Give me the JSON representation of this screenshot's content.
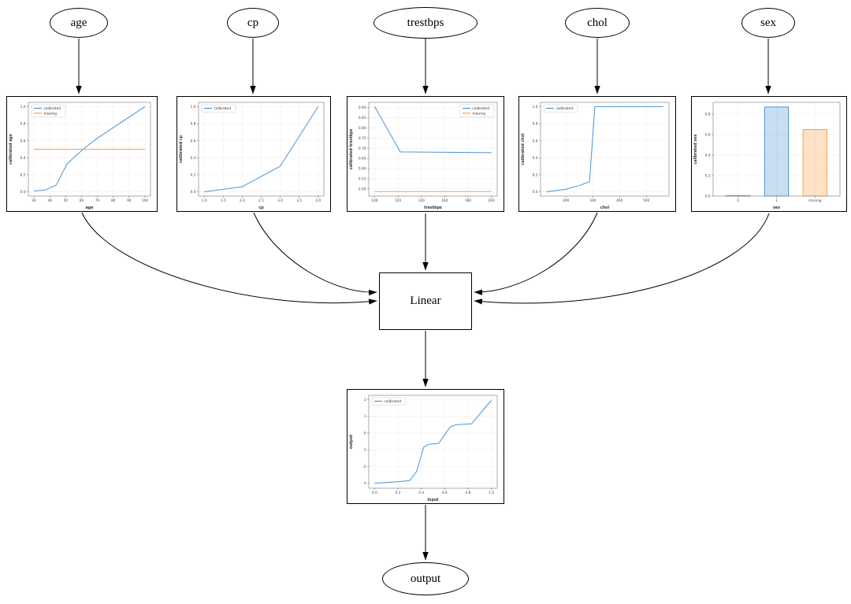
{
  "nodes": {
    "inputs": [
      {
        "label": "age"
      },
      {
        "label": "cp"
      },
      {
        "label": "trestbps"
      },
      {
        "label": "chol"
      },
      {
        "label": "sex"
      }
    ],
    "linear": {
      "label": "Linear"
    },
    "output": {
      "label": "output"
    }
  },
  "colors": {
    "calibrated": "#4a94d5",
    "missing": "#ff9c45"
  },
  "chart_data": [
    {
      "name": "age",
      "type": "line",
      "xlabel": "age",
      "ylabel": "calibrated age",
      "xlim": [
        26.5,
        103.5
      ],
      "ylim": [
        -0.05,
        1.05
      ],
      "xticks": [
        30,
        40,
        50,
        60,
        70,
        80,
        90,
        100
      ],
      "xtick_labels": [
        "30",
        "40",
        "50",
        "60",
        "70",
        "80",
        "90",
        "100"
      ],
      "yticks": [
        0.0,
        0.2,
        0.4,
        0.6,
        0.8,
        1.0
      ],
      "ytick_labels": [
        "0.0",
        "0.2",
        "0.4",
        "0.6",
        "0.8",
        "1.0"
      ],
      "legend_pos": "top-left",
      "legend": [
        {
          "label": "calibrated",
          "color_key": "calibrated"
        },
        {
          "label": "missing",
          "color_key": "missing"
        }
      ],
      "series": [
        {
          "name": "calibrated",
          "color_key": "calibrated",
          "x": [
            30,
            37,
            44,
            51,
            58,
            63,
            70,
            100
          ],
          "y": [
            0.01,
            0.02,
            0.08,
            0.33,
            0.45,
            0.53,
            0.63,
            1.0
          ]
        },
        {
          "name": "missing",
          "color_key": "missing",
          "x": [
            30,
            100
          ],
          "y": [
            0.5,
            0.5
          ]
        }
      ]
    },
    {
      "name": "cp",
      "type": "line",
      "xlabel": "cp",
      "ylabel": "calibrated cp",
      "xlim": [
        0.85,
        4.15
      ],
      "ylim": [
        -0.05,
        1.05
      ],
      "xticks": [
        1.0,
        1.5,
        2.0,
        2.5,
        3.0,
        3.5,
        4.0
      ],
      "xtick_labels": [
        "1.0",
        "1.5",
        "2.0",
        "2.5",
        "3.0",
        "3.5",
        "4.0"
      ],
      "yticks": [
        0.0,
        0.2,
        0.4,
        0.6,
        0.8,
        1.0
      ],
      "ytick_labels": [
        "0.0",
        "0.2",
        "0.4",
        "0.6",
        "0.8",
        "1.0"
      ],
      "legend_pos": "top-left",
      "legend": [
        {
          "label": "calibrated",
          "color_key": "calibrated"
        }
      ],
      "series": [
        {
          "name": "calibrated",
          "color_key": "calibrated",
          "x": [
            1.0,
            2.0,
            3.0,
            4.0
          ],
          "y": [
            0.0,
            0.06,
            0.3,
            1.0
          ]
        }
      ]
    },
    {
      "name": "trestbps",
      "type": "line",
      "xlabel": "trestbps",
      "ylabel": "calibrated trestbps",
      "xlim": [
        95,
        205
      ],
      "ylim": [
        0.465,
        0.925
      ],
      "xticks": [
        100,
        120,
        140,
        160,
        180,
        200
      ],
      "xtick_labels": [
        "100",
        "120",
        "140",
        "160",
        "180",
        "200"
      ],
      "yticks": [
        0.5,
        0.55,
        0.6,
        0.65,
        0.7,
        0.75,
        0.8,
        0.85,
        0.9
      ],
      "ytick_labels": [
        "0.50",
        "0.55",
        "0.60",
        "0.65",
        "0.70",
        "0.75",
        "0.80",
        "0.85",
        "0.90"
      ],
      "legend_pos": "top-right",
      "legend": [
        {
          "label": "calibrated",
          "color_key": "calibrated"
        },
        {
          "label": "missing",
          "color_key": "missing"
        }
      ],
      "series": [
        {
          "name": "calibrated",
          "color_key": "calibrated",
          "x": [
            100,
            122,
            200
          ],
          "y": [
            0.905,
            0.682,
            0.678
          ]
        },
        {
          "name": "missing",
          "color_key": "missing",
          "x": [
            100,
            200
          ],
          "y": [
            0.487,
            0.487
          ]
        }
      ]
    },
    {
      "name": "chol",
      "type": "line",
      "xlabel": "chol",
      "ylabel": "calibrated chol",
      "xlim": [
        105,
        585
      ],
      "ylim": [
        -0.05,
        1.05
      ],
      "xticks": [
        200,
        300,
        400,
        500
      ],
      "xtick_labels": [
        "200",
        "300",
        "400",
        "500"
      ],
      "yticks": [
        0.0,
        0.2,
        0.4,
        0.6,
        0.8,
        1.0
      ],
      "ytick_labels": [
        "0.0",
        "0.2",
        "0.4",
        "0.6",
        "0.8",
        "1.0"
      ],
      "legend_pos": "top-left",
      "legend": [
        {
          "label": "calibrated",
          "color_key": "calibrated"
        }
      ],
      "series": [
        {
          "name": "calibrated",
          "color_key": "calibrated",
          "x": [
            126,
            200,
            255,
            288,
            308,
            564
          ],
          "y": [
            0.0,
            0.03,
            0.08,
            0.12,
            1.0,
            1.0
          ]
        }
      ]
    },
    {
      "name": "sex",
      "type": "bar",
      "xlabel": "sex",
      "ylabel": "calibrated sex",
      "categories": [
        "0",
        "1",
        "missing"
      ],
      "values": [
        0.004,
        0.87,
        0.65
      ],
      "bar_color_keys": [
        "calibrated",
        "calibrated",
        "missing"
      ],
      "ylim": [
        0,
        0.915
      ],
      "yticks": [
        0.0,
        0.2,
        0.4,
        0.6,
        0.8
      ],
      "ytick_labels": [
        "0.0",
        "0.2",
        "0.4",
        "0.6",
        "0.8"
      ]
    },
    {
      "name": "output",
      "type": "line",
      "xlabel": "input",
      "ylabel": "output",
      "xlim": [
        -0.05,
        1.05
      ],
      "ylim": [
        -3.3,
        2.25
      ],
      "xticks": [
        0.0,
        0.2,
        0.4,
        0.6,
        0.8,
        1.0
      ],
      "xtick_labels": [
        "0.0",
        "0.2",
        "0.4",
        "0.6",
        "0.8",
        "1.0"
      ],
      "yticks": [
        -3,
        -2,
        -1,
        0,
        1,
        2
      ],
      "ytick_labels": [
        "-3",
        "-2",
        "-1",
        "0",
        "1",
        "2"
      ],
      "legend_pos": "top-left",
      "legend": [
        {
          "label": "calibrated",
          "color_key": "calibrated"
        }
      ],
      "series": [
        {
          "name": "calibrated",
          "color_key": "calibrated",
          "x": [
            0.0,
            0.18,
            0.3,
            0.36,
            0.42,
            0.46,
            0.55,
            0.6,
            0.65,
            0.7,
            0.83,
            1.0
          ],
          "y": [
            -3.0,
            -2.92,
            -2.85,
            -2.3,
            -0.85,
            -0.68,
            -0.62,
            -0.1,
            0.38,
            0.5,
            0.55,
            1.95
          ]
        }
      ]
    }
  ]
}
